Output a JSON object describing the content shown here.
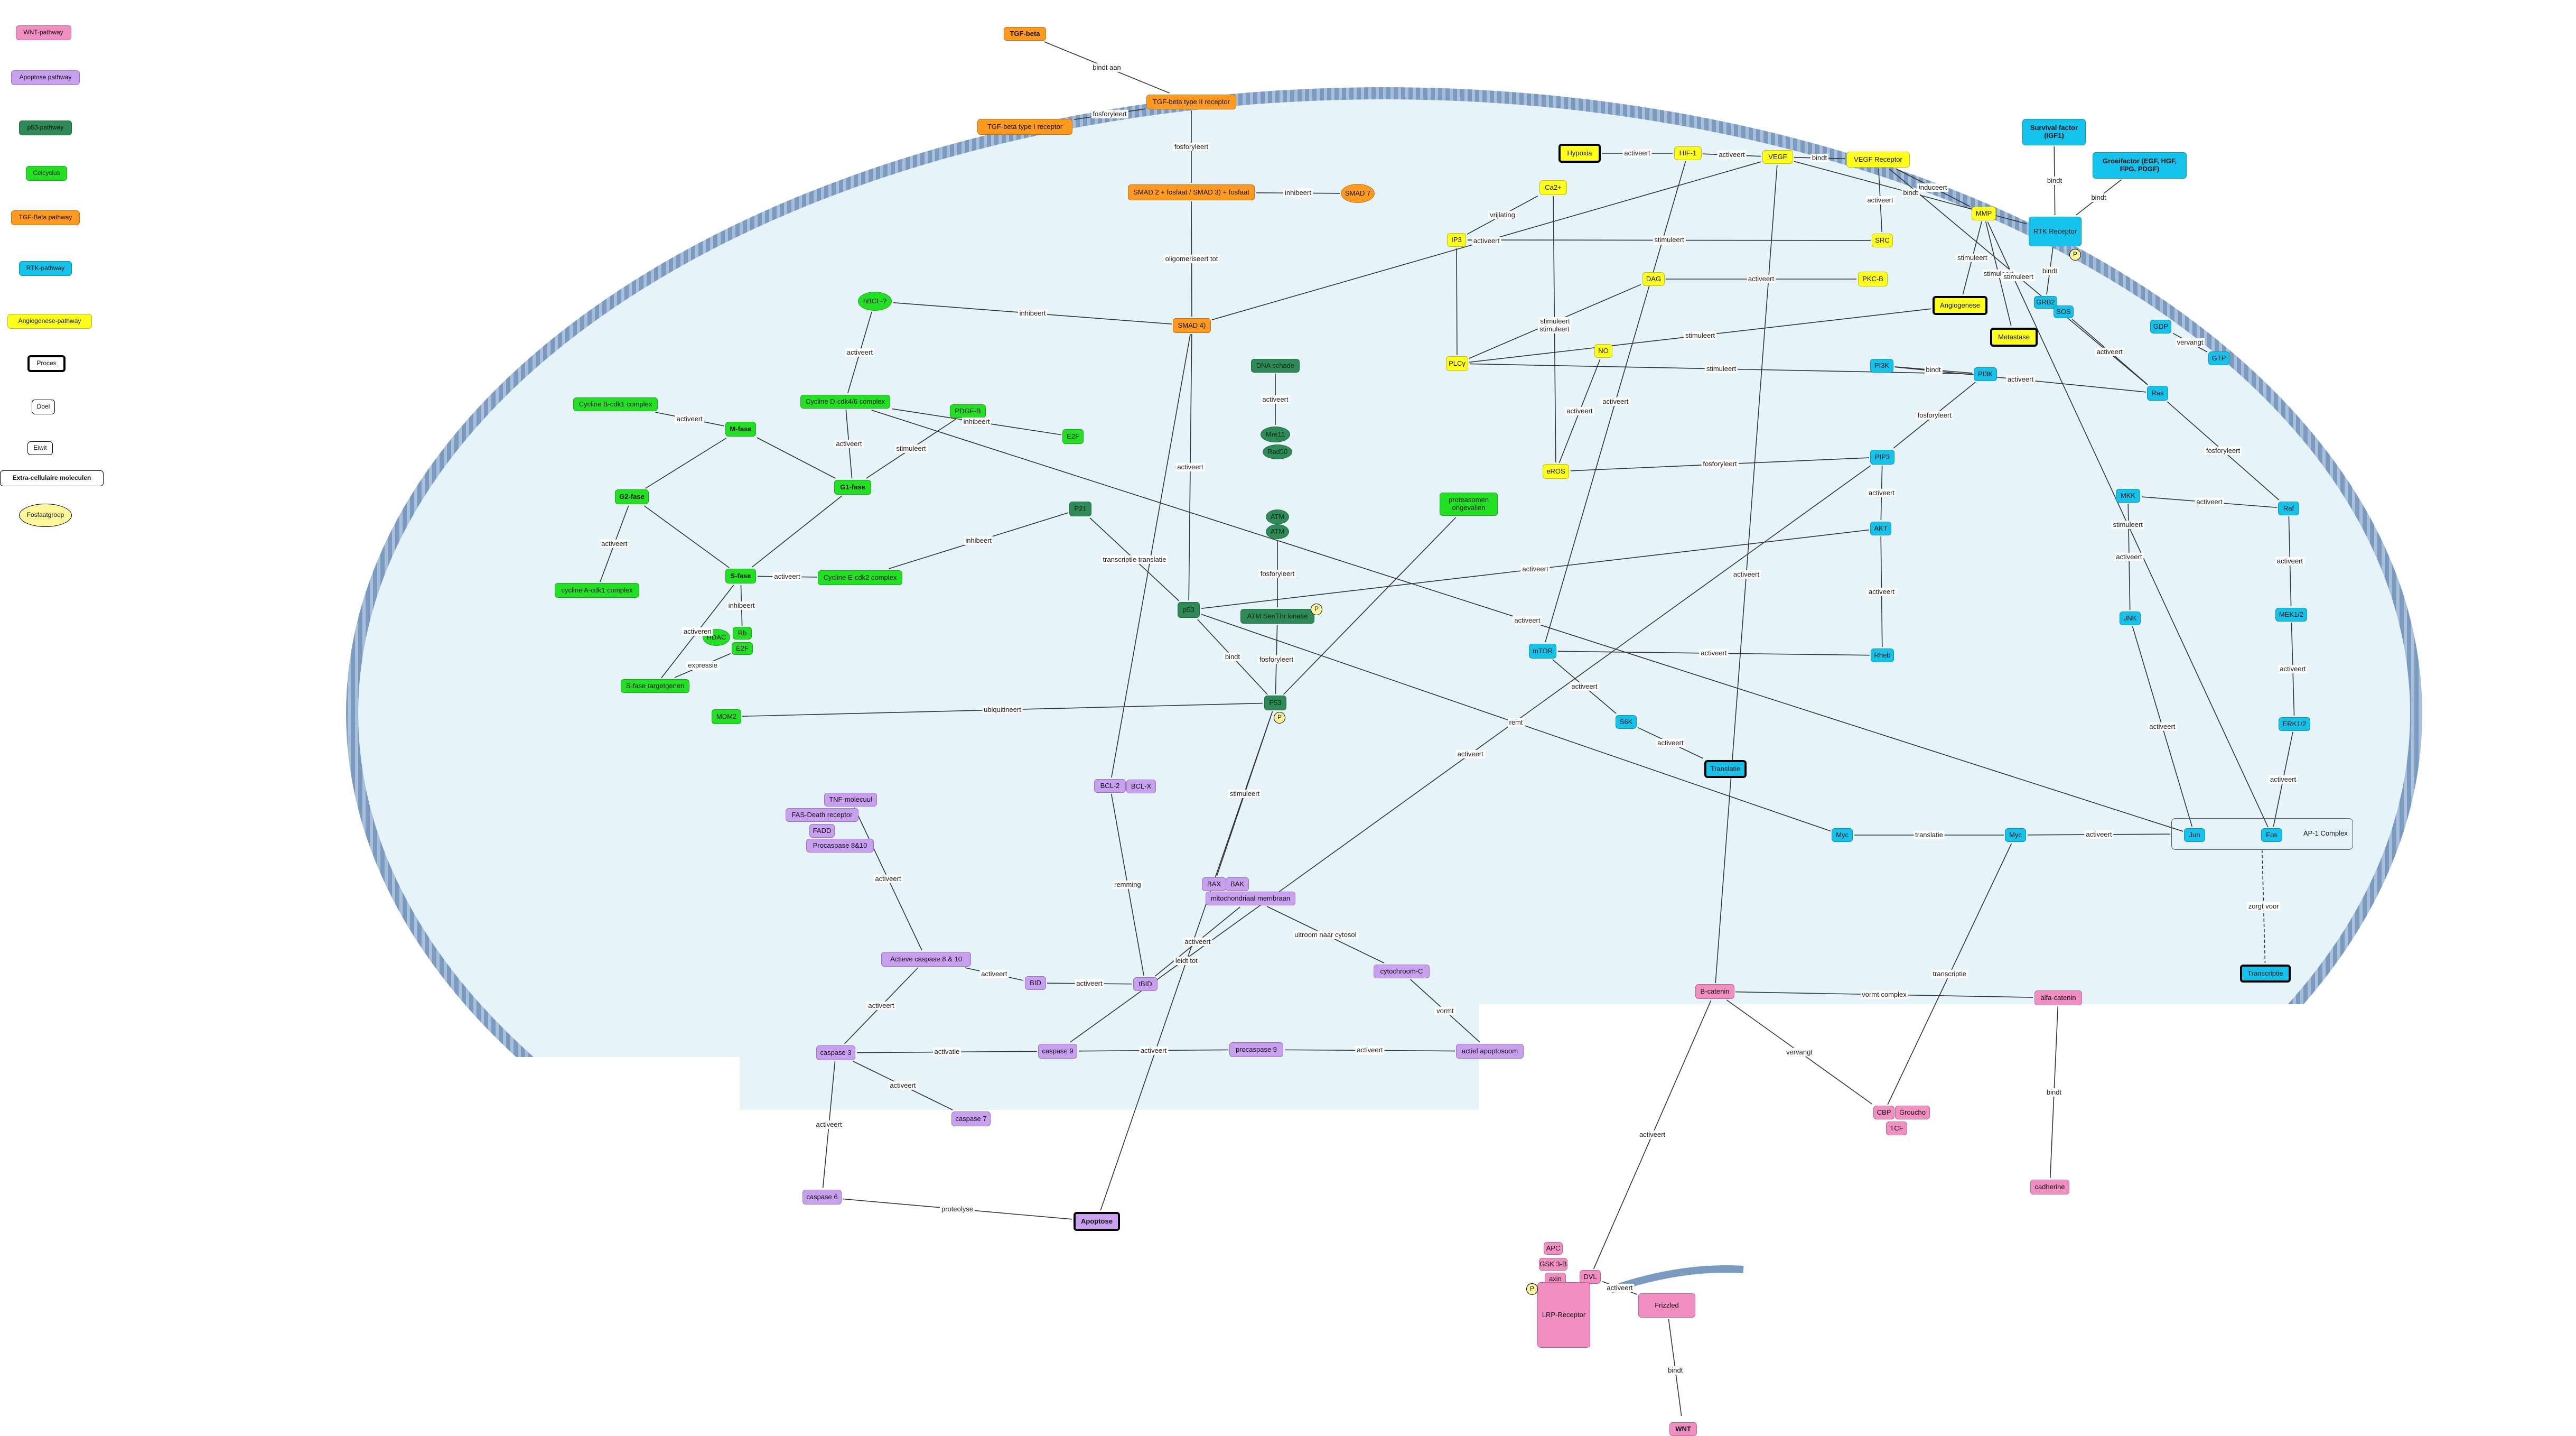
{
  "colors": {
    "wnt": "#f28fc2",
    "apoptose": "#c9a0f0",
    "p53": "#2e8b57",
    "cellcycle": "#22e022",
    "tgf": "#ff9a1f",
    "rtk": "#14c3ec",
    "angio": "#ffff1a",
    "cell_fill": "#e6f4fa",
    "membrane": "#7a9ac0",
    "edge": "#333333"
  },
  "legend": [
    {
      "id": "lg-wnt",
      "label": "WNT-pathway",
      "color": "wnt"
    },
    {
      "id": "lg-apo",
      "label": "Apoptose pathway",
      "color": "apoptose"
    },
    {
      "id": "lg-p53",
      "label": "p53-pathway",
      "color": "p53"
    },
    {
      "id": "lg-cc",
      "label": "Celcyclus",
      "color": "cellcycle"
    },
    {
      "id": "lg-tgf",
      "label": "TGF-Beta pathway",
      "color": "tgf"
    },
    {
      "id": "lg-rtk",
      "label": "RTK-pathway",
      "color": "rtk"
    },
    {
      "id": "lg-angio",
      "label": "Angiogenese-pathway",
      "color": "angio"
    },
    {
      "id": "lg-proces",
      "label": "Proces",
      "color": "proces"
    },
    {
      "id": "lg-doel",
      "label": "Doel",
      "color": "plain"
    },
    {
      "id": "lg-eiwit",
      "label": "Eiwit",
      "color": "plain"
    },
    {
      "id": "lg-extra",
      "label": "Extra-cellulaire moleculen",
      "color": "plain-bold"
    },
    {
      "id": "lg-fosfaat",
      "label": "Fosfaatgroep",
      "color": "fosfaat"
    }
  ],
  "nodes": [
    {
      "id": "tgfbeta",
      "label": "TGF-beta",
      "color": "tgf",
      "bold": true
    },
    {
      "id": "tgfr2",
      "label": "TGF-beta type II receptor",
      "color": "tgf"
    },
    {
      "id": "tgfr1",
      "label": "TGF-beta type I receptor",
      "color": "tgf"
    },
    {
      "id": "smad",
      "label": "SMAD 2 + fosfaat / SMAD 3) + fosfaat",
      "color": "tgf"
    },
    {
      "id": "smad7",
      "label": "SMAD 7",
      "color": "tgf",
      "shape": "ellipse"
    },
    {
      "id": "smad4",
      "label": "SMAD 4)",
      "color": "tgf"
    },
    {
      "id": "hypoxia",
      "label": "Hypoxia",
      "color": "angio",
      "box": true
    },
    {
      "id": "hif1",
      "label": "HIF-1",
      "color": "angio"
    },
    {
      "id": "vegf",
      "label": "VEGF",
      "color": "angio"
    },
    {
      "id": "vegfr",
      "label": "VEGF Receptor",
      "color": "angio"
    },
    {
      "id": "mmp",
      "label": "MMP",
      "color": "angio"
    },
    {
      "id": "ca",
      "label": "Ca2+",
      "color": "angio"
    },
    {
      "id": "ip3",
      "label": "IP3",
      "color": "angio"
    },
    {
      "id": "src",
      "label": "SRC",
      "color": "angio"
    },
    {
      "id": "dag",
      "label": "DAG",
      "color": "angio"
    },
    {
      "id": "pkcb",
      "label": "PKC-B",
      "color": "angio"
    },
    {
      "id": "angiogenese",
      "label": "Angiogenese",
      "color": "angio",
      "box": true
    },
    {
      "id": "metastase",
      "label": "Metastase",
      "color": "angio",
      "box": true
    },
    {
      "id": "no",
      "label": "NO",
      "color": "angio"
    },
    {
      "id": "plcy",
      "label": "PLCγ",
      "color": "angio"
    },
    {
      "id": "eros",
      "label": "eROS",
      "color": "angio"
    },
    {
      "id": "survival",
      "label": "Survival factor (IGF1)",
      "color": "rtk",
      "bold": true,
      "multi": true
    },
    {
      "id": "groei",
      "label": "Groeifactor (EGF, HGF, FPG, PDGF)",
      "color": "rtk",
      "bold": true,
      "multi": true
    },
    {
      "id": "rtkr",
      "label": "RTK Receptor",
      "color": "rtk"
    },
    {
      "id": "grb2",
      "label": "GRB2",
      "color": "rtk"
    },
    {
      "id": "sos",
      "label": "SOS",
      "color": "rtk"
    },
    {
      "id": "gdp",
      "label": "GDP",
      "color": "rtk"
    },
    {
      "id": "gtp",
      "label": "GTP",
      "color": "rtk"
    },
    {
      "id": "ras",
      "label": "Ras",
      "color": "rtk"
    },
    {
      "id": "pi3k",
      "label": "PI3K",
      "color": "rtk"
    },
    {
      "id": "pi3k2",
      "label": "PI3K",
      "color": "rtk"
    },
    {
      "id": "pip3",
      "label": "PIP3",
      "color": "rtk"
    },
    {
      "id": "akt",
      "label": "AKT",
      "color": "rtk"
    },
    {
      "id": "rheb",
      "label": "Rheb",
      "color": "rtk"
    },
    {
      "id": "mtor",
      "label": "mTOR",
      "color": "rtk"
    },
    {
      "id": "s6k",
      "label": "S6K",
      "color": "rtk"
    },
    {
      "id": "translatie",
      "label": "Translatie",
      "color": "rtk",
      "box": true
    },
    {
      "id": "raf",
      "label": "Raf",
      "color": "rtk"
    },
    {
      "id": "mkk",
      "label": "MKK",
      "color": "rtk"
    },
    {
      "id": "jnk",
      "label": "JNK",
      "color": "rtk"
    },
    {
      "id": "mek",
      "label": "MEK1/2",
      "color": "rtk"
    },
    {
      "id": "erk",
      "label": "ERK1/2",
      "color": "rtk"
    },
    {
      "id": "jun",
      "label": "Jun",
      "color": "rtk"
    },
    {
      "id": "fos",
      "label": "Fos",
      "color": "rtk"
    },
    {
      "id": "myc1",
      "label": "Myc",
      "color": "rtk"
    },
    {
      "id": "myc2",
      "label": "Myc",
      "color": "rtk"
    },
    {
      "id": "transcriptie",
      "label": "Transcriptie",
      "color": "rtk",
      "box": true
    },
    {
      "id": "hbcl",
      "label": "hBCL-?",
      "color": "cellcycle",
      "shape": "ellipse"
    },
    {
      "id": "cycd",
      "label": "Cycline D-cdk4/6 complex",
      "color": "cellcycle"
    },
    {
      "id": "cycb",
      "label": "Cycline B-cdk1 complex",
      "color": "cellcycle"
    },
    {
      "id": "mfase",
      "label": "M-fase",
      "color": "cellcycle",
      "bold": true
    },
    {
      "id": "g1fase",
      "label": "G1-fase",
      "color": "cellcycle",
      "bold": true
    },
    {
      "id": "g2fase",
      "label": "G2-fase",
      "color": "cellcycle",
      "bold": true
    },
    {
      "id": "sfase",
      "label": "S-fase",
      "color": "cellcycle",
      "bold": true
    },
    {
      "id": "cyca",
      "label": "cycline A-cdk1 complex",
      "color": "cellcycle"
    },
    {
      "id": "cyce",
      "label": "Cycline E-cdk2 complex",
      "color": "cellcycle"
    },
    {
      "id": "pdgfb",
      "label": "PDGF-B",
      "color": "cellcycle"
    },
    {
      "id": "e2f",
      "label": "E2F",
      "color": "cellcycle"
    },
    {
      "id": "hdac",
      "label": "HDAC",
      "color": "cellcycle",
      "shape": "ellipse"
    },
    {
      "id": "rb",
      "label": "Rb",
      "color": "cellcycle"
    },
    {
      "id": "e2f2",
      "label": "E2F",
      "color": "cellcycle"
    },
    {
      "id": "sfasegenen",
      "label": "S-fase targetgenen",
      "color": "cellcycle"
    },
    {
      "id": "mdm2",
      "label": "MDM2",
      "color": "cellcycle"
    },
    {
      "id": "prot",
      "label": "proteasomen ongevallen",
      "color": "cellcycle",
      "multi": true
    },
    {
      "id": "dna",
      "label": "DNA schade",
      "color": "p53"
    },
    {
      "id": "mre",
      "label": "Mre11",
      "color": "p53",
      "shape": "ellipse"
    },
    {
      "id": "nbs",
      "label": "Rad50",
      "color": "p53",
      "shape": "ellipse"
    },
    {
      "id": "atm",
      "label": "ATM",
      "color": "p53",
      "shape": "ellipse"
    },
    {
      "id": "atm2",
      "label": "ATM",
      "color": "p53",
      "shape": "ellipse"
    },
    {
      "id": "atmser",
      "label": "ATM Ser/Thr kinase",
      "color": "p53"
    },
    {
      "id": "p21",
      "label": "P21",
      "color": "p53"
    },
    {
      "id": "p53",
      "label": "p53",
      "color": "p53"
    },
    {
      "id": "p53b",
      "label": "P53",
      "color": "p53"
    },
    {
      "id": "bcl2",
      "label": "BCL-2",
      "color": "apoptose"
    },
    {
      "id": "bclx",
      "label": "BCL-X",
      "color": "apoptose"
    },
    {
      "id": "tnf",
      "label": "TNF-molecuul",
      "color": "apoptose"
    },
    {
      "id": "fas",
      "label": "FAS-Death receptor",
      "color": "apoptose"
    },
    {
      "id": "fadd",
      "label": "FADD",
      "color": "apoptose"
    },
    {
      "id": "proc810",
      "label": "Procaspase 8&10",
      "color": "apoptose"
    },
    {
      "id": "bax",
      "label": "BAX",
      "color": "apoptose"
    },
    {
      "id": "bak",
      "label": "BAK",
      "color": "apoptose"
    },
    {
      "id": "mito",
      "label": "mitochondriaal membraan",
      "color": "apoptose"
    },
    {
      "id": "cytc",
      "label": "cytochroom-C",
      "color": "apoptose"
    },
    {
      "id": "act810",
      "label": "Actieve caspase 8 & 10",
      "color": "apoptose"
    },
    {
      "id": "bid",
      "label": "BID",
      "color": "apoptose"
    },
    {
      "id": "tbid",
      "label": "tBID",
      "color": "apoptose"
    },
    {
      "id": "actapo",
      "label": "actief apoptosoom",
      "color": "apoptose"
    },
    {
      "id": "procasp9",
      "label": "procaspase 9",
      "color": "apoptose"
    },
    {
      "id": "casp9",
      "label": "caspase 9",
      "color": "apoptose"
    },
    {
      "id": "casp3",
      "label": "caspase 3",
      "color": "apoptose"
    },
    {
      "id": "casp7",
      "label": "caspase 7",
      "color": "apoptose"
    },
    {
      "id": "casp6",
      "label": "caspase 6",
      "color": "apoptose"
    },
    {
      "id": "apoptose",
      "label": "Apoptose",
      "color": "apoptose",
      "box": true,
      "bold": true
    },
    {
      "id": "bcat",
      "label": "B-catenin",
      "color": "wnt"
    },
    {
      "id": "acat",
      "label": "alfa-catenin",
      "color": "wnt"
    },
    {
      "id": "cadherine",
      "label": "cadherine",
      "color": "wnt"
    },
    {
      "id": "cbp",
      "label": "CBP",
      "color": "wnt"
    },
    {
      "id": "groucho",
      "label": "Groucho",
      "color": "wnt"
    },
    {
      "id": "tcf",
      "label": "TCF",
      "color": "wnt"
    },
    {
      "id": "apc",
      "label": "APC",
      "color": "wnt"
    },
    {
      "id": "gsk",
      "label": "GSK 3-B",
      "color": "wnt"
    },
    {
      "id": "axin",
      "label": "axin",
      "color": "wnt"
    },
    {
      "id": "dvl",
      "label": "DVL",
      "color": "wnt"
    },
    {
      "id": "lrp",
      "label": "LRP-Receptor",
      "color": "wnt"
    },
    {
      "id": "frizzled",
      "label": "Frizzled",
      "color": "wnt"
    },
    {
      "id": "wnt",
      "label": "WNT",
      "color": "wnt",
      "bold": true
    },
    {
      "id": "p1",
      "label": "P",
      "color": "fosfaat",
      "shape": "ptag"
    },
    {
      "id": "p2",
      "label": "P",
      "color": "fosfaat",
      "shape": "ptag"
    },
    {
      "id": "p3",
      "label": "P",
      "color": "fosfaat",
      "shape": "ptag"
    },
    {
      "id": "p4",
      "label": "P",
      "color": "fosfaat",
      "shape": "ptag"
    }
  ],
  "edges": [
    {
      "from": "tgfbeta",
      "to": "tgfr2",
      "label": "bindt aan"
    },
    {
      "from": "tgfr2",
      "to": "tgfr1",
      "label": "fosforyleert"
    },
    {
      "from": "tgfr2",
      "to": "smad",
      "label": "fosforyleert"
    },
    {
      "from": "smad7",
      "to": "smad",
      "label": "inhibeert"
    },
    {
      "from": "smad",
      "to": "smad4",
      "label": "oligomeriseert tot"
    },
    {
      "from": "smad4",
      "to": "vegf",
      "label": "activeert"
    },
    {
      "from": "smad4",
      "to": "p53",
      "label": "activeert"
    },
    {
      "from": "smad4",
      "to": "bcl2",
      "label": ""
    },
    {
      "from": "hypoxia",
      "to": "hif1",
      "label": "activeert"
    },
    {
      "from": "hif1",
      "to": "vegf",
      "label": "activeert"
    },
    {
      "from": "vegf",
      "to": "vegfr",
      "label": "bindt"
    },
    {
      "from": "vegfr",
      "to": "src",
      "label": "activeert"
    },
    {
      "from": "vegfr",
      "to": "mmp",
      "label": "induceert"
    },
    {
      "from": "vegf",
      "to": "rtkr",
      "label": "bindt"
    },
    {
      "from": "src",
      "to": "ip3",
      "label": "stimuleert"
    },
    {
      "from": "ip3",
      "to": "ca",
      "label": "vrijlating"
    },
    {
      "from": "ca",
      "to": "eros",
      "label": "stimuleert"
    },
    {
      "from": "dag",
      "to": "pkcb",
      "label": "activeert"
    },
    {
      "from": "plcy",
      "to": "ip3",
      "label": ""
    },
    {
      "from": "plcy",
      "to": "dag",
      "label": "stimuleert"
    },
    {
      "from": "pi3k",
      "to": "plcy",
      "label": "stimuleert"
    },
    {
      "from": "plcy",
      "to": "angiogenese",
      "label": "stimuleert"
    },
    {
      "from": "mmp",
      "to": "angiogenese",
      "label": "stimuleert"
    },
    {
      "from": "mmp",
      "to": "metastase",
      "label": "stimuleert"
    },
    {
      "from": "eros",
      "to": "no",
      "label": "activeert"
    },
    {
      "from": "pip3",
      "to": "eros",
      "label": "fosforyleert"
    },
    {
      "from": "survival",
      "to": "rtkr",
      "label": "bindt"
    },
    {
      "from": "groei",
      "to": "rtkr",
      "label": "bindt"
    },
    {
      "from": "rtkr",
      "to": "grb2",
      "label": "bindt"
    },
    {
      "from": "sos",
      "to": "ras",
      "label": "activeert"
    },
    {
      "from": "gtp",
      "to": "gdp",
      "label": "vervangt"
    },
    {
      "from": "ras",
      "to": "pi3k2",
      "label": "activeert"
    },
    {
      "from": "pi3k2",
      "to": "pi3k",
      "label": "bindt"
    },
    {
      "from": "pi3k",
      "to": "pip3",
      "label": "fosforyleert"
    },
    {
      "from": "pip3",
      "to": "akt",
      "label": "activeert"
    },
    {
      "from": "ras",
      "to": "raf",
      "label": "fosforyleert"
    },
    {
      "from": "raf",
      "to": "mkk",
      "label": "activeert"
    },
    {
      "from": "mkk",
      "to": "jnk",
      "label": "activeert"
    },
    {
      "from": "raf",
      "to": "mek",
      "label": "activeert"
    },
    {
      "from": "mek",
      "to": "erk",
      "label": "activeert"
    },
    {
      "from": "erk",
      "to": "fos",
      "label": "activeert"
    },
    {
      "from": "jnk",
      "to": "jun",
      "label": "activeert"
    },
    {
      "from": "akt",
      "to": "rheb",
      "label": "activeert"
    },
    {
      "from": "rheb",
      "to": "mtor",
      "label": "activeert"
    },
    {
      "from": "mtor",
      "to": "s6k",
      "label": "activeert"
    },
    {
      "from": "s6k",
      "to": "translatie",
      "label": "activeert"
    },
    {
      "from": "ap1",
      "to": "myc2",
      "label": "activeert"
    },
    {
      "from": "myc2",
      "to": "myc1",
      "label": "translatie"
    },
    {
      "from": "ap1",
      "to": "transcriptie",
      "label": "zorgt voor"
    },
    {
      "from": "akt",
      "to": "p53",
      "label": "activeert"
    },
    {
      "from": "pip3",
      "to": "casp9",
      "label": "activeert"
    },
    {
      "from": "ras",
      "to": "vegfr",
      "label": "stimuleert"
    },
    {
      "from": "hbcl",
      "to": "cycd",
      "label": "activeert"
    },
    {
      "from": "smad4",
      "to": "hbcl",
      "label": "inhibeert"
    },
    {
      "from": "cycb",
      "to": "mfase",
      "label": "activeert"
    },
    {
      "from": "mfase",
      "to": "g1fase",
      "label": ""
    },
    {
      "from": "cycd",
      "to": "g1fase",
      "label": "activeert"
    },
    {
      "from": "pdgfb",
      "to": "g1fase",
      "label": "stimuleert"
    },
    {
      "from": "g1fase",
      "to": "sfase",
      "label": ""
    },
    {
      "from": "cyca",
      "to": "g2fase",
      "label": "activeert"
    },
    {
      "from": "sfase",
      "to": "g2fase",
      "label": ""
    },
    {
      "from": "g2fase",
      "to": "mfase",
      "label": ""
    },
    {
      "from": "cyce",
      "to": "sfase",
      "label": "activeert"
    },
    {
      "from": "p21",
      "to": "cyce",
      "label": "inhibeert"
    },
    {
      "from": "e2f",
      "to": "cycd",
      "label": "inhibeert"
    },
    {
      "from": "hdac",
      "to": "rb",
      "label": ""
    },
    {
      "from": "rb",
      "to": "sfase",
      "label": "inhibeert"
    },
    {
      "from": "e2f2",
      "to": "sfasegenen",
      "label": "expressie"
    },
    {
      "from": "sfasegenen",
      "to": "sfase",
      "label": "activeren"
    },
    {
      "from": "mdm2",
      "to": "p53b",
      "label": "ubiquitineert"
    },
    {
      "from": "dna",
      "to": "mre",
      "label": "activeert"
    },
    {
      "from": "atm2",
      "to": "atmser",
      "label": "fosforyleert"
    },
    {
      "from": "atmser",
      "to": "p53b",
      "label": "fosforyleert"
    },
    {
      "from": "p53",
      "to": "p21",
      "label": "transcriptie translatie"
    },
    {
      "from": "p53b",
      "to": "p53",
      "label": "bindt"
    },
    {
      "from": "p53b",
      "to": "prot",
      "label": ""
    },
    {
      "from": "p53b",
      "to": "bax",
      "label": "stimuleert"
    },
    {
      "from": "bcl2",
      "to": "tbid",
      "label": "remming"
    },
    {
      "from": "tnf",
      "to": "act810",
      "label": "activeert"
    },
    {
      "from": "act810",
      "to": "bid",
      "label": "activeert"
    },
    {
      "from": "bid",
      "to": "tbid",
      "label": "activeert"
    },
    {
      "from": "tbid",
      "to": "mito",
      "label": "activeert"
    },
    {
      "from": "mito",
      "to": "cytc",
      "label": "uitroom naar cytosol"
    },
    {
      "from": "cytc",
      "to": "actapo",
      "label": "vormt"
    },
    {
      "from": "actapo",
      "to": "procasp9",
      "label": "activeert"
    },
    {
      "from": "procasp9",
      "to": "casp9",
      "label": "activeert"
    },
    {
      "from": "casp9",
      "to": "casp3",
      "label": "activatie"
    },
    {
      "from": "act810",
      "to": "casp3",
      "label": "activeert"
    },
    {
      "from": "casp3",
      "to": "casp7",
      "label": "activeert"
    },
    {
      "from": "casp3",
      "to": "casp6",
      "label": "activeert"
    },
    {
      "from": "casp6",
      "to": "apoptose",
      "label": "proteolyse"
    },
    {
      "from": "bcat",
      "to": "acat",
      "label": "vormt complex"
    },
    {
      "from": "acat",
      "to": "cadherine",
      "label": "bindt"
    },
    {
      "from": "cbp",
      "to": "myc2",
      "label": "transcriptie"
    },
    {
      "from": "bcat",
      "to": "cbp",
      "label": "vervangt"
    },
    {
      "from": "dvl",
      "to": "bcat",
      "label": "activeert"
    },
    {
      "from": "frizzled",
      "to": "dvl",
      "label": "activeert"
    },
    {
      "from": "wnt",
      "to": "frizzled",
      "label": "bindt"
    },
    {
      "from": "bcat",
      "to": "vegf",
      "label": "activeert"
    },
    {
      "from": "p53b",
      "to": "apoptose",
      "label": "leidt tot"
    },
    {
      "from": "myc1",
      "to": "p53",
      "label": "remt"
    },
    {
      "from": "jun",
      "to": "cycd",
      "label": "activeert"
    },
    {
      "from": "fos",
      "to": "mmp",
      "label": "stimuleert"
    },
    {
      "from": "hif1",
      "to": "mtor",
      "label": "activeert"
    }
  ],
  "ap1": {
    "label": "AP-1 Complex"
  }
}
